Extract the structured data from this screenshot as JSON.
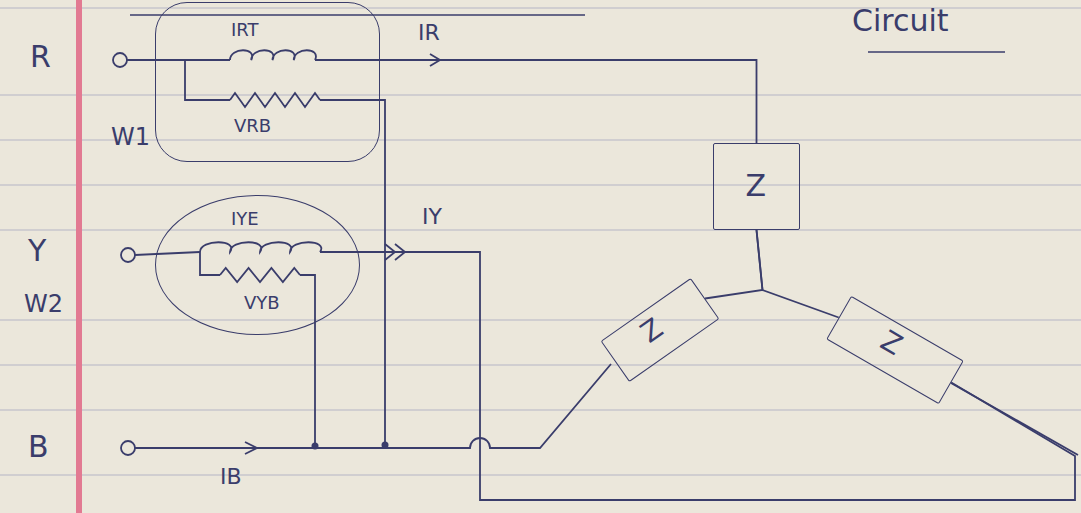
{
  "diagram": {
    "nodes": [
      {
        "text": [
          "IRT",
          "VRB",
          "W1"
        ]
      },
      {
        "text": [
          "Z"
        ]
      },
      {
        "text": [
          "IYE",
          "VYB",
          "W2"
        ]
      },
      {
        "text": [
          "Z"
        ]
      },
      {
        "text": [
          "Z"
        ]
      }
    ],
    "edges": [
      {
        "from": 0,
        "to": 1,
        "arrow": "none"
      },
      {
        "from": 2,
        "to": 4,
        "arrow": "none"
      },
      {
        "from": 1,
        "to": 3,
        "arrow": "none"
      },
      {
        "from": 1,
        "to": 4,
        "arrow": "none"
      }
    ],
    "labels": [
      "Circuit",
      "R",
      "Y",
      "B",
      "IR",
      "IY",
      "IB"
    ]
  }
}
